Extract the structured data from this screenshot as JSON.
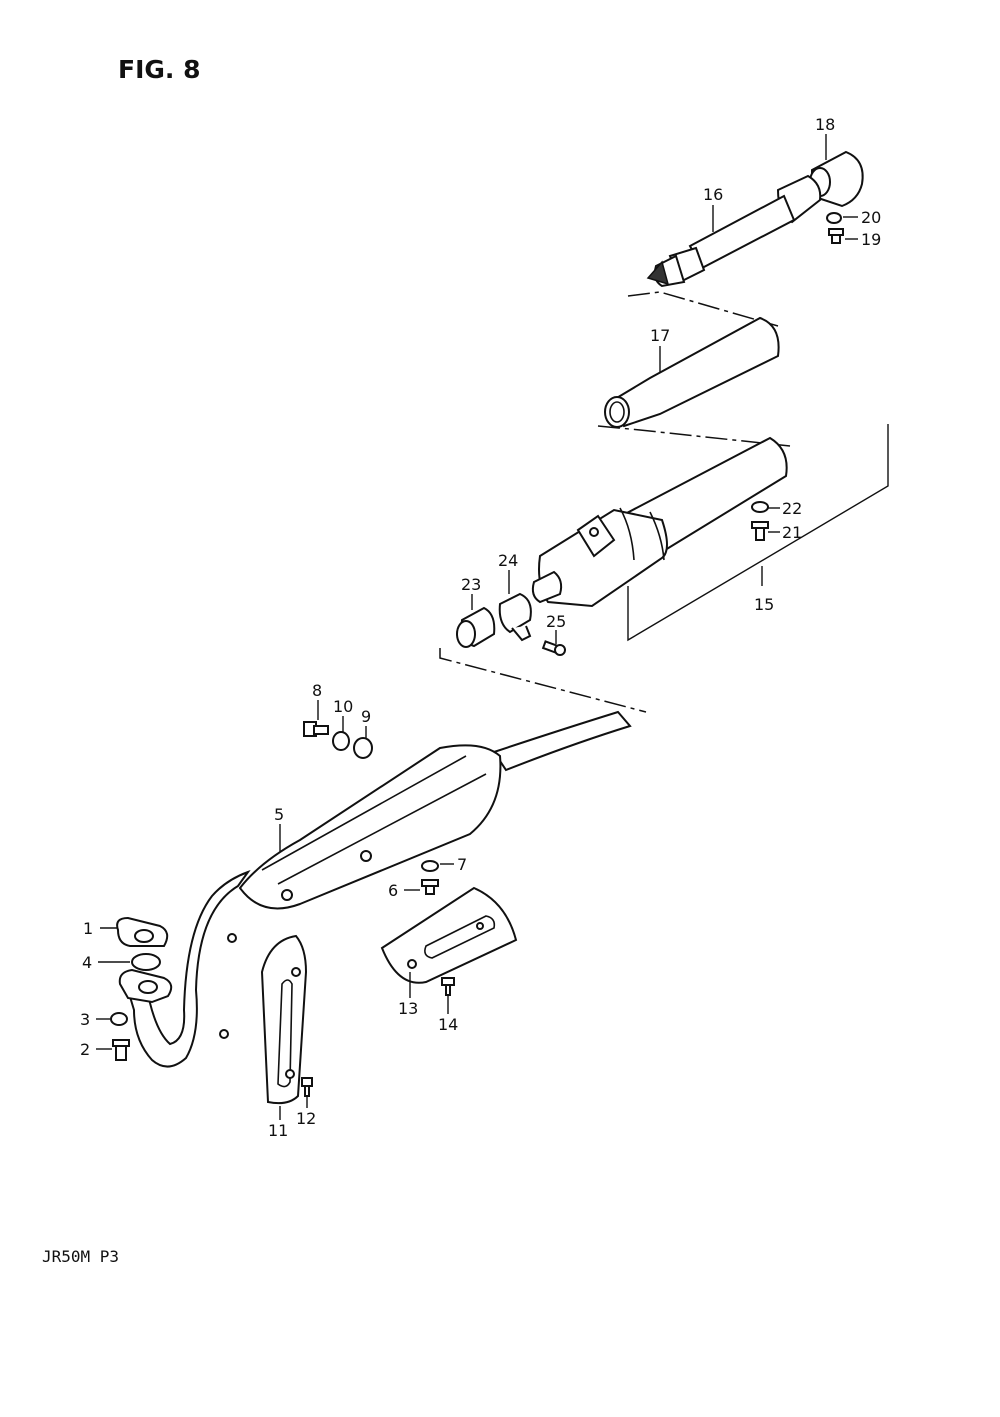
{
  "figure": {
    "title": "FIG. 8",
    "model_code": "JR50M P3"
  },
  "callouts": {
    "c1": "1",
    "c2": "2",
    "c3": "3",
    "c4": "4",
    "c5": "5",
    "c6": "6",
    "c7": "7",
    "c8": "8",
    "c9": "9",
    "c10": "10",
    "c11": "11",
    "c12": "12",
    "c13": "13",
    "c14": "14",
    "c15": "15",
    "c16": "16",
    "c17": "17",
    "c18": "18",
    "c19": "19",
    "c20": "20",
    "c21": "21",
    "c22": "22",
    "c23": "23",
    "c24": "24",
    "c25": "25"
  }
}
